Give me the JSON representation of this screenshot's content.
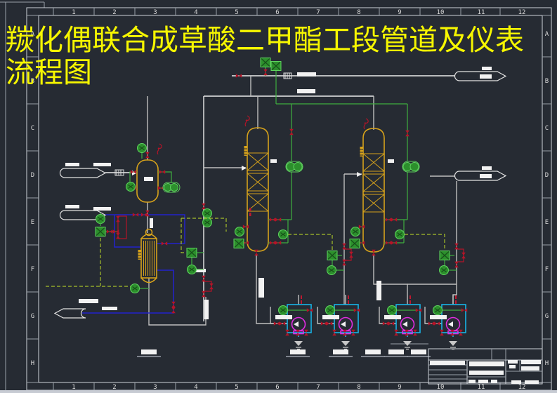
{
  "app": {
    "background": "#262b33",
    "canvas_type": "CAD P&ID drawing"
  },
  "title": {
    "text": "羰化偶联合成草酸二甲酯工段管道及仪表流程图",
    "color": "#f6f600"
  },
  "border": {
    "top_numbers": [
      "1",
      "2",
      "3",
      "4",
      "5",
      "6",
      "7",
      "8",
      "9",
      "10",
      "11",
      "12"
    ],
    "bottom_numbers": [
      "1",
      "2",
      "3",
      "4",
      "5",
      "6",
      "7",
      "8",
      "9",
      "10",
      "11",
      "12"
    ],
    "left_letters": [
      "A",
      "B",
      "C",
      "D",
      "E",
      "F",
      "G",
      "H"
    ],
    "right_letters": [
      "A",
      "B",
      "C",
      "D",
      "E",
      "F",
      "G",
      "H"
    ]
  },
  "colors": {
    "equipment_outline": "#d6a21b",
    "process_pipe": "#bfbfbf",
    "instrument_signal_dashed": "#a6bf2a",
    "instrument_bubble": "#3fae3f",
    "valve": "#b41428",
    "cooling_water_line": "#2222cc",
    "pump_piping": "#18b4e6",
    "pump_symbol": "#e22ce2",
    "label_blocks": "#f2f2f2"
  }
}
